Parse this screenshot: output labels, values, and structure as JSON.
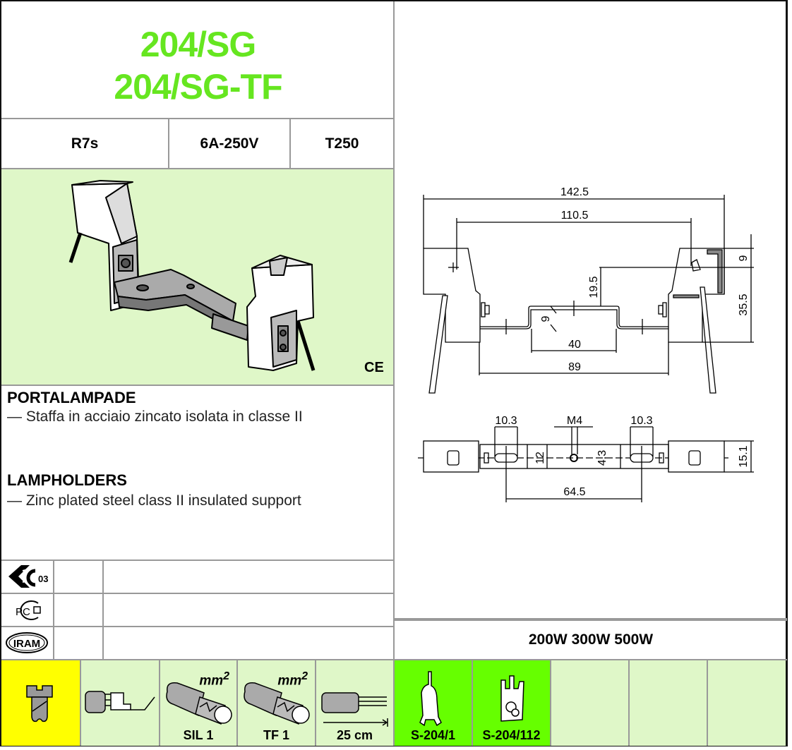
{
  "header": {
    "title_line1": "204/SG",
    "title_line2": "204/SG-TF"
  },
  "specs": {
    "base": "R7s",
    "rating": "6A-250V",
    "temperature": "T250"
  },
  "product_image": {
    "marks": [
      "CE"
    ]
  },
  "description": {
    "it_heading": "PORTALAMPADE",
    "it_text": "— Staffa in acciaio zincato isolata in classe II",
    "en_heading": "LAMPHOLDERS",
    "en_text": "— Zinc plated steel class II insulated support"
  },
  "certifications": [
    {
      "icon": "enec-icon",
      "logo_text": "ENEC 03",
      "code": "03"
    },
    {
      "icon": "gost-r-icon",
      "logo_text": "PCT"
    },
    {
      "icon": "iram-icon",
      "logo_text": "IRAM"
    }
  ],
  "drawing": {
    "dims": {
      "overall_length": "142.5",
      "inner_length": "110.5",
      "height_offset": "19.5",
      "step": "9",
      "center_width": "40",
      "bracket_width": "89",
      "top_offset": "9",
      "total_height": "35.5",
      "slot_left": "10.3",
      "thread": "M4",
      "slot_right": "10.3",
      "bracket_height": "12",
      "hole": "4.3",
      "width": "15.1",
      "slot_spacing": "64.5"
    }
  },
  "wattage": "200W 300W 500W",
  "bottom_row": [
    {
      "icon": "screw-terminal-icon",
      "label": ""
    },
    {
      "icon": "push-wire-terminal-icon",
      "label": ""
    },
    {
      "icon": "cable-sil-icon",
      "unit": "mm",
      "unit_sup": "2",
      "label": "SIL 1"
    },
    {
      "icon": "cable-tf-icon",
      "unit": "mm",
      "unit_sup": "2",
      "label": "TF 1"
    },
    {
      "icon": "wire-length-icon",
      "label": "25 cm"
    },
    {
      "icon": "clip-s204-1-icon",
      "label": "S-204/1"
    },
    {
      "icon": "clip-s204-112-icon",
      "label": "S-204/112"
    }
  ],
  "colors": {
    "title": "#66e620",
    "light_green": "#dff7c8",
    "bright_green": "#66ff00",
    "yellow": "#ffff00"
  }
}
